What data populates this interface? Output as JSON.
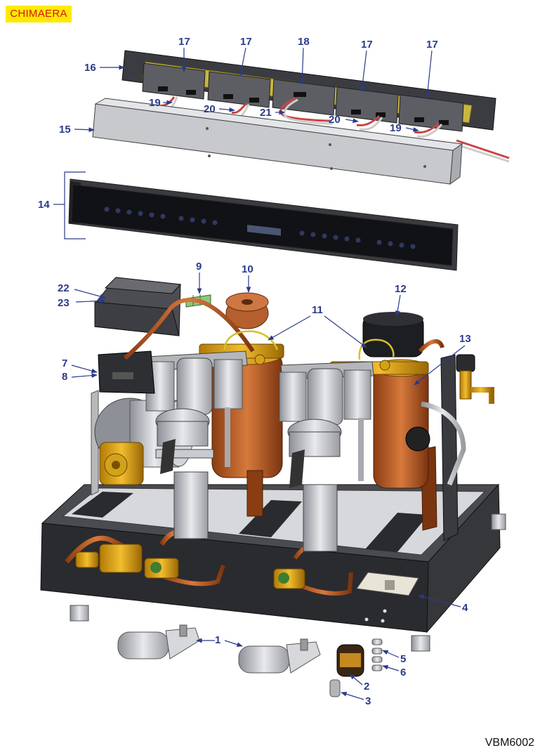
{
  "header": {
    "model_name": "CHIMAERA",
    "badge_bg": "#ffe900",
    "badge_fg": "#d3141a"
  },
  "footer": {
    "drawing_code": "VBM6002"
  },
  "callout_color": "#2b3a8a",
  "callouts": {
    "c1": "1",
    "c2": "2",
    "c3": "3",
    "c4": "4",
    "c5": "5",
    "c6": "6",
    "c7": "7",
    "c8": "8",
    "c9": "9",
    "c10": "10",
    "c11": "11",
    "c12": "12",
    "c13": "13",
    "c14": "14",
    "c15": "15",
    "c16": "16",
    "c17a": "17",
    "c17b": "17",
    "c17c": "17",
    "c17d": "17",
    "c18": "18",
    "c19a": "19",
    "c19b": "19",
    "c20a": "20",
    "c20b": "20",
    "c21": "21",
    "c22": "22",
    "c23": "23"
  }
}
